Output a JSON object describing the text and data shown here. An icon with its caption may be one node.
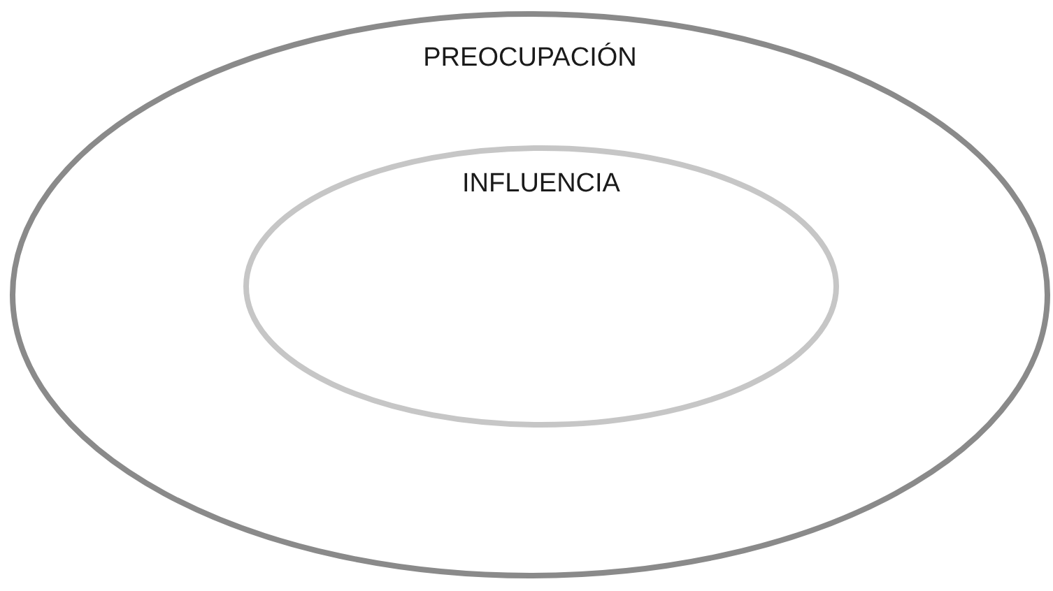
{
  "diagram": {
    "nodes": [
      {
        "text": [
          "PREOCUPACIÓN"
        ]
      },
      {
        "text": [
          "INFLUENCIA"
        ],
        "in": 0
      }
    ]
  }
}
